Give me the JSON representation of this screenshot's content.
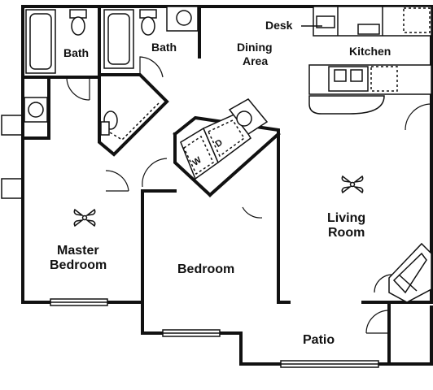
{
  "rooms": {
    "bath_left": "Bath",
    "bath_right": "Bath",
    "dining": [
      "Dining",
      "Area"
    ],
    "kitchen": "Kitchen",
    "desk": "Desk",
    "living": [
      "Living",
      "Room"
    ],
    "master": [
      "Master",
      "Bedroom"
    ],
    "bedroom": "Bedroom",
    "patio": "Patio"
  },
  "appliances": {
    "washer": "W",
    "dryer": "D"
  }
}
